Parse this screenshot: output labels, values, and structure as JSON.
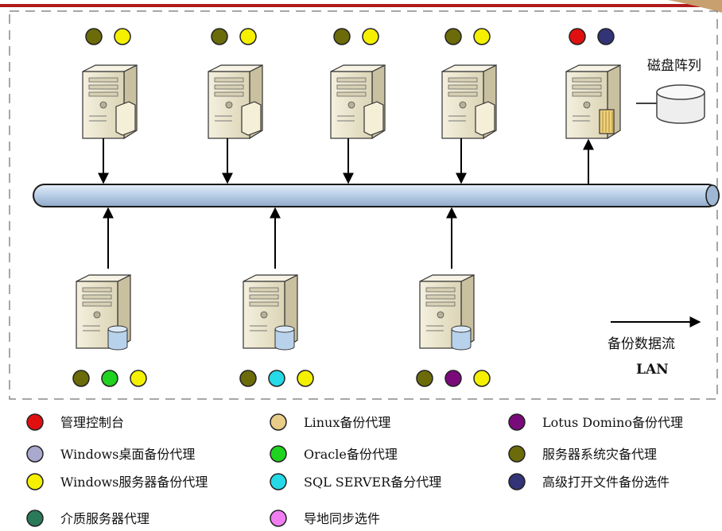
{
  "diagram": {
    "disk_array_label": "磁盘阵列",
    "flow_label": "备份数据流",
    "lan_label": "LAN"
  },
  "colors": {
    "top_bar": "#b11a1a",
    "bus_fill": "#b7cde6",
    "server_body": "#ece6cf",
    "frame_dash": "#8a8a8a"
  },
  "nodes": {
    "top_servers": [
      {
        "id": "top-server-1",
        "agents": [
          "#6b6b0a",
          "#f5f000"
        ]
      },
      {
        "id": "top-server-2",
        "agents": [
          "#6b6b0a",
          "#f5f000"
        ]
      },
      {
        "id": "top-server-3",
        "agents": [
          "#6b6b0a",
          "#f5f000"
        ]
      },
      {
        "id": "top-server-4",
        "agents": [
          "#6b6b0a",
          "#f5f000"
        ]
      },
      {
        "id": "media-server",
        "agents": [
          "#e01010",
          "#333377"
        ]
      }
    ],
    "bottom_servers": [
      {
        "id": "bottom-server-1",
        "agents": [
          "#6b6b0a",
          "#1fd31f",
          "#f5f000"
        ]
      },
      {
        "id": "bottom-server-2",
        "agents": [
          "#6b6b0a",
          "#26d9e6",
          "#f5f000"
        ]
      },
      {
        "id": "bottom-server-3",
        "agents": [
          "#6b6b0a",
          "#7a0a7a",
          "#f5f000"
        ]
      }
    ]
  },
  "legend": [
    {
      "label": "管理控制台",
      "color": "#e01010"
    },
    {
      "label": "Linux备份代理",
      "color": "#e8cc88"
    },
    {
      "label": "Lotus Domino备份代理",
      "color": "#7a0a7a"
    },
    {
      "label": "Windows桌面备份代理",
      "color": "#a9a9cf"
    },
    {
      "label": "Oracle备份代理",
      "color": "#1fd31f"
    },
    {
      "label": "服务器系统灾备代理",
      "color": "#6b6b0a"
    },
    {
      "label": "Windows服务器备份代理",
      "color": "#f5f000"
    },
    {
      "label": "SQL SERVER备分代理",
      "color": "#26d9e6"
    },
    {
      "label": "高级打开文件备份选件",
      "color": "#333377"
    },
    {
      "label": "介质服务器代理",
      "color": "#2a7a5a"
    },
    {
      "label": "导地同步选件",
      "color": "#f07ef0"
    }
  ]
}
